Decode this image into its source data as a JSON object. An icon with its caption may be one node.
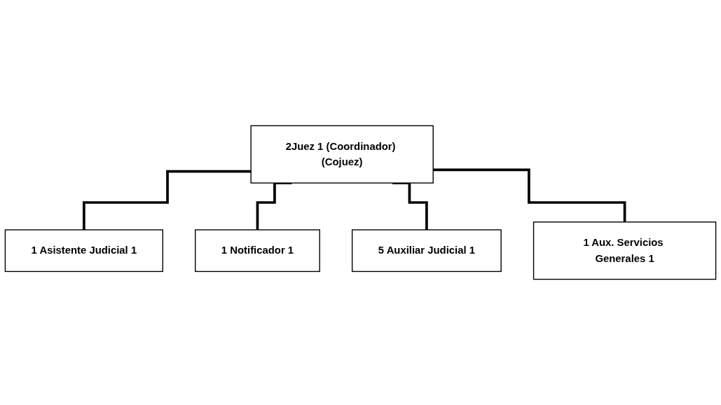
{
  "diagram": {
    "nodes": [
      {
        "text": [
          "2Juez 1 (Coordinador) (Cojuez)"
        ]
      },
      {
        "text": [
          "1 Asistente Judicial 1"
        ]
      },
      {
        "text": [
          "1 Notificador 1"
        ]
      },
      {
        "text": [
          "5 Auxiliar Judicial 1"
        ]
      },
      {
        "text": [
          "1 Aux. Servicios Generales 1"
        ]
      }
    ],
    "edges": [
      {
        "from": 0,
        "to": 1,
        "arrow": "none"
      },
      {
        "from": 0,
        "to": 2,
        "arrow": "none"
      },
      {
        "from": 0,
        "to": 3,
        "arrow": "none"
      },
      {
        "from": 0,
        "to": 4,
        "arrow": "none"
      }
    ]
  }
}
